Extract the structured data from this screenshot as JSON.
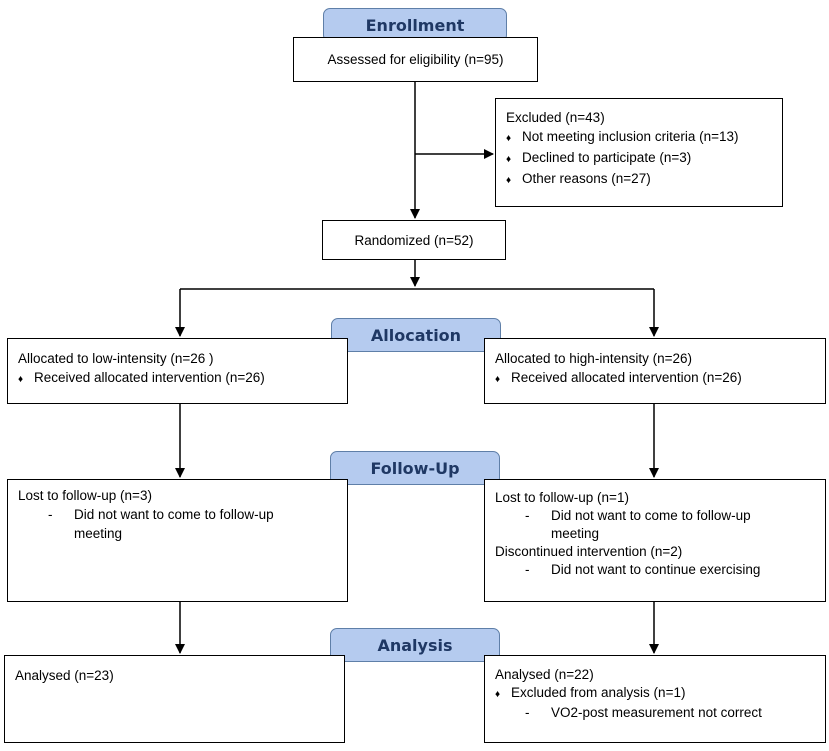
{
  "stages": {
    "enrollment": "Enrollment",
    "allocation": "Allocation",
    "followup": "Follow-Up",
    "analysis": "Analysis"
  },
  "assessed": "Assessed for eligibility (n=95)",
  "excluded": {
    "title": "Excluded  (n=43)",
    "items": [
      "Not meeting inclusion criteria (n=13)",
      "Declined to participate (n=3)",
      "Other reasons (n=27)"
    ]
  },
  "randomized": "Randomized (n=52)",
  "low": {
    "allocated": "Allocated to low-intensity (n=26 )",
    "received": "Received allocated intervention (n=26)",
    "lost": "Lost to follow-up (n=3)",
    "lost_reason_dash": "-",
    "lost_reason": "Did not want to come to follow-up meeting",
    "analysed": "Analysed  (n=23)"
  },
  "high": {
    "allocated": "Allocated to high-intensity (n=26)",
    "received": "Received allocated intervention (n=26)",
    "lost": "Lost to follow-up (n=1)",
    "lost_reason_dash": "-",
    "lost_reason": "Did not want to come to follow-up meeting",
    "discontinued": "Discontinued intervention (n=2)",
    "discontinued_dash": "-",
    "discontinued_reason": "Did not want to continue exercising",
    "analysed": "Analysed  (n=22)",
    "excluded_analysis": "Excluded from analysis (n=1)",
    "excluded_dash": "-",
    "excluded_reason": "VO2-post measurement not correct"
  }
}
